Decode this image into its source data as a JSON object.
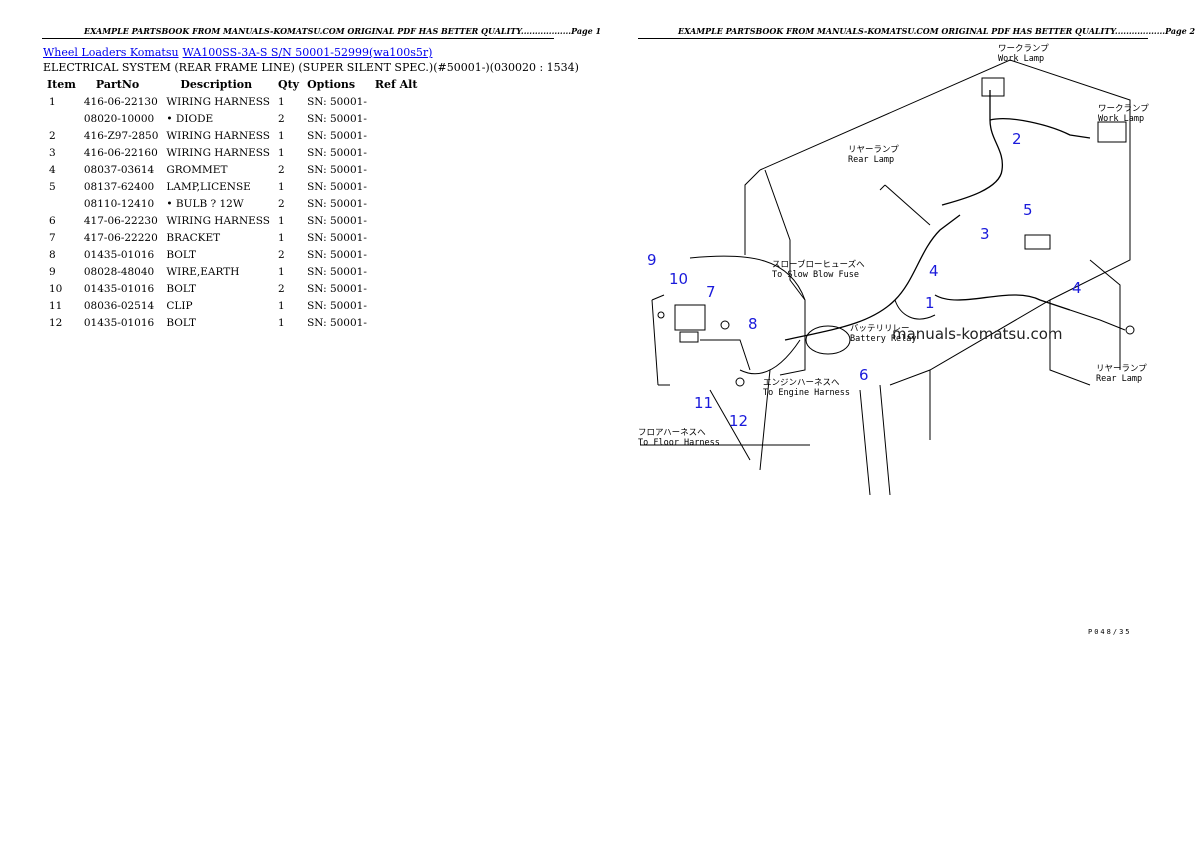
{
  "header": {
    "page1": "EXAMPLE PARTSBOOK FROM MANUALS-KOMATSU.COM ORIGINAL PDF HAS BETTER QUALITY..................Page 1",
    "page2": "EXAMPLE PARTSBOOK FROM MANUALS-KOMATSU.COM ORIGINAL PDF HAS BETTER QUALITY..................Page 2"
  },
  "breadcrumb": {
    "link1": "Wheel Loaders Komatsu",
    "link2": "WA100SS-3A-S S/N 50001-52999(wa100s5r)"
  },
  "section_title": "ELECTRICAL SYSTEM (REAR FRAME LINE) (SUPER SILENT SPEC.)(#50001-)(030020 : 1534)",
  "table": {
    "headers": [
      "Item",
      "PartNo",
      "Description",
      "Qty",
      "Options",
      "Ref Alt"
    ],
    "rows": [
      {
        "item": "1",
        "part": "416-06-22130",
        "desc": "WIRING HARNESS",
        "qty": "1",
        "opt": "SN: 50001-"
      },
      {
        "item": "",
        "part": "08020-10000",
        "desc": "• DIODE",
        "qty": "2",
        "opt": "SN: 50001-"
      },
      {
        "item": "2",
        "part": "416-Z97-2850",
        "desc": "WIRING HARNESS",
        "qty": "1",
        "opt": "SN: 50001-"
      },
      {
        "item": "3",
        "part": "416-06-22160",
        "desc": "WIRING HARNESS",
        "qty": "1",
        "opt": "SN: 50001-"
      },
      {
        "item": "4",
        "part": "08037-03614",
        "desc": "GROMMET",
        "qty": "2",
        "opt": "SN: 50001-"
      },
      {
        "item": "5",
        "part": "08137-62400",
        "desc": "LAMP,LICENSE",
        "qty": "1",
        "opt": "SN: 50001-"
      },
      {
        "item": "",
        "part": "08110-12410",
        "desc": "• BULB ? 12W",
        "qty": "2",
        "opt": "SN: 50001-"
      },
      {
        "item": "6",
        "part": "417-06-22230",
        "desc": "WIRING HARNESS",
        "qty": "1",
        "opt": "SN: 50001-"
      },
      {
        "item": "7",
        "part": "417-06-22220",
        "desc": "BRACKET",
        "qty": "1",
        "opt": "SN: 50001-"
      },
      {
        "item": "8",
        "part": "01435-01016",
        "desc": "BOLT",
        "qty": "2",
        "opt": "SN: 50001-"
      },
      {
        "item": "9",
        "part": "08028-48040",
        "desc": "WIRE,EARTH",
        "qty": "1",
        "opt": "SN: 50001-"
      },
      {
        "item": "10",
        "part": "01435-01016",
        "desc": "BOLT",
        "qty": "2",
        "opt": "SN: 50001-"
      },
      {
        "item": "11",
        "part": "08036-02514",
        "desc": "CLIP",
        "qty": "1",
        "opt": "SN: 50001-"
      },
      {
        "item": "12",
        "part": "01435-01016",
        "desc": "BOLT",
        "qty": "1",
        "opt": "SN: 50001-"
      }
    ]
  },
  "diagram": {
    "watermark": "manuals-komatsu.com",
    "page_code": "P048/35",
    "labels": {
      "work_lamp_1_jp": "ワークランプ",
      "work_lamp_1_en": "Work Lamp",
      "work_lamp_2_jp": "ワークランプ",
      "work_lamp_2_en": "Work Lamp",
      "rear_lamp_1_jp": "リヤーランプ",
      "rear_lamp_1_en": "Rear Lamp",
      "rear_lamp_2_jp": "リヤーランプ",
      "rear_lamp_2_en": "Rear Lamp",
      "slow_blow_jp": "スローブローヒューズへ",
      "slow_blow_en": "To Slow Blow Fuse",
      "battery_jp": "バッテリリレー",
      "battery_en": "Battery Relay",
      "engine_jp": "エンジンハーネスへ",
      "engine_en": "To Engine Harness",
      "floor_jp": "フロアハーネスへ",
      "floor_en": "To Floor Harness"
    },
    "callouts": [
      "1",
      "2",
      "3",
      "4",
      "4",
      "5",
      "6",
      "7",
      "8",
      "9",
      "10",
      "11",
      "12"
    ]
  }
}
